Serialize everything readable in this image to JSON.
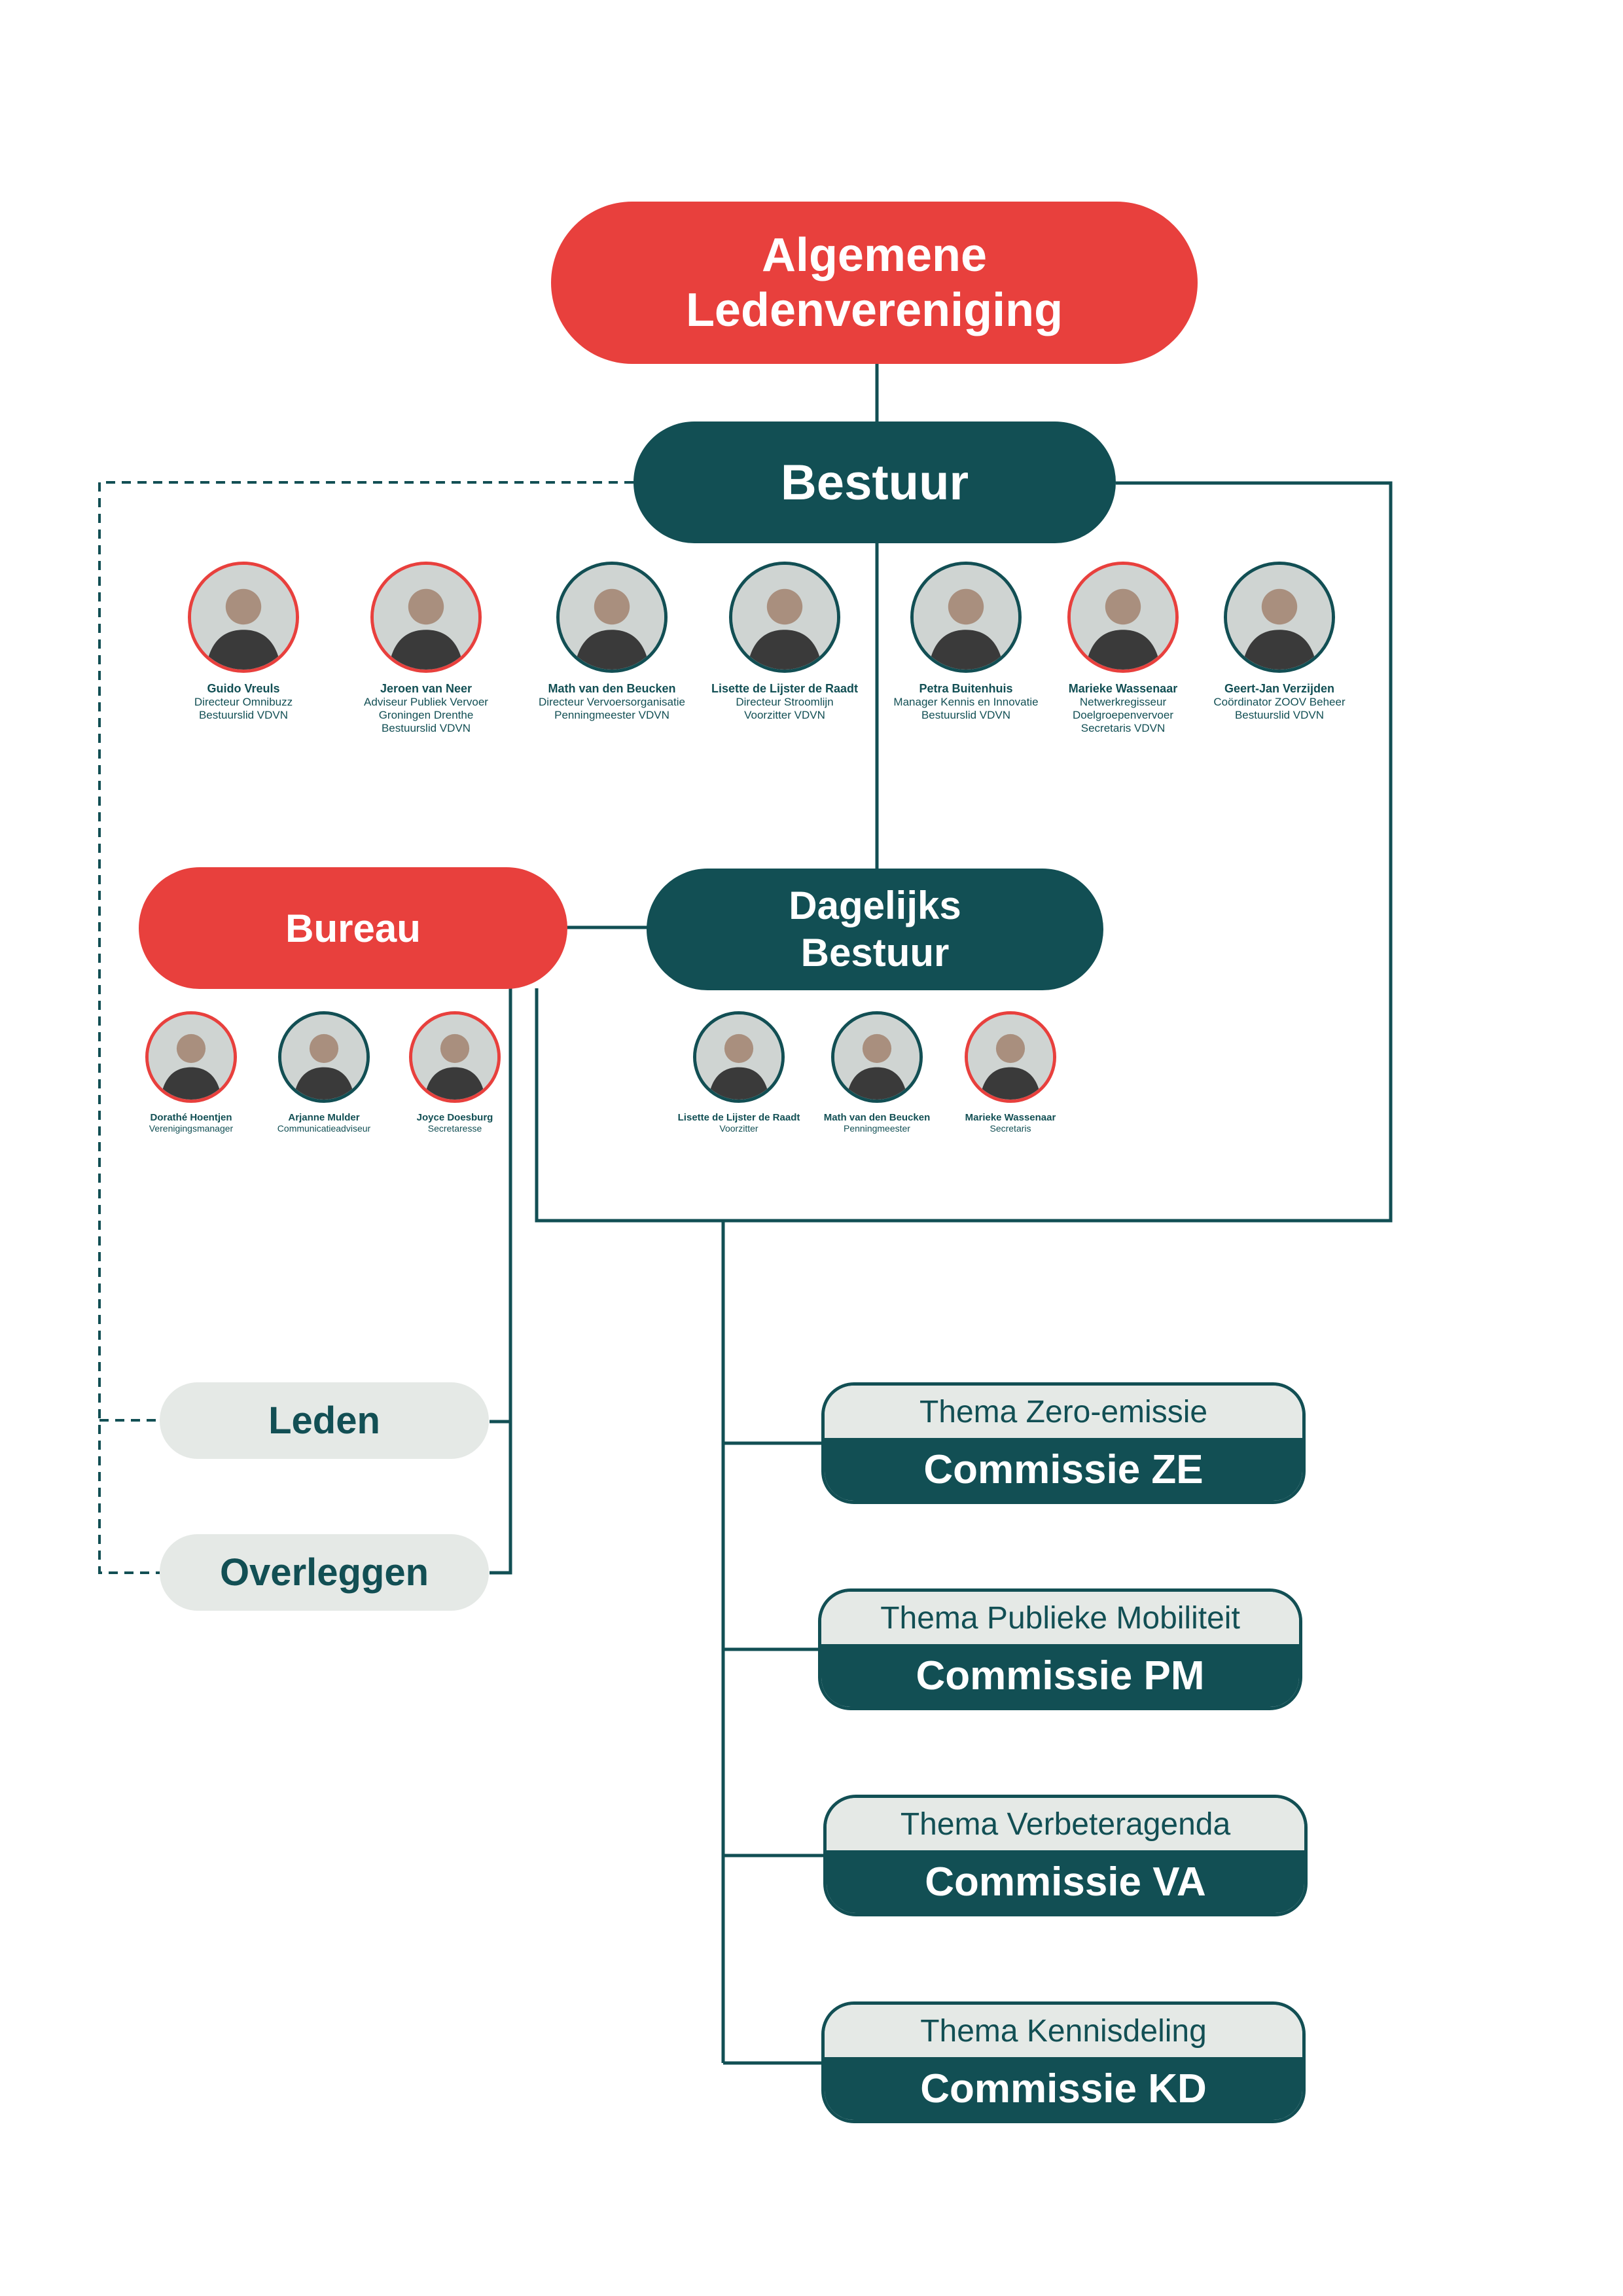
{
  "colors": {
    "red": "#e8403d",
    "teal": "#124f54",
    "gray": "#e5e9e6"
  },
  "algemene": {
    "line1": "Algemene",
    "line2": "Ledenvereniging"
  },
  "bestuur": {
    "label": "Bestuur"
  },
  "bureau": {
    "label": "Bureau"
  },
  "dagelijks": {
    "line1": "Dagelijks",
    "line2": "Bestuur"
  },
  "leden": {
    "label": "Leden"
  },
  "overleggen": {
    "label": "Overleggen"
  },
  "bestuur_members": [
    {
      "name": "Guido Vreuls",
      "lines": [
        "Directeur Omnibuzz",
        "Bestuurslid VDVN",
        ""
      ],
      "ring": "red"
    },
    {
      "name": "Jeroen van Neer",
      "lines": [
        "Adviseur Publiek Vervoer",
        "Groningen Drenthe",
        "Bestuurslid VDVN"
      ],
      "ring": "red"
    },
    {
      "name": "Math van den Beucken",
      "lines": [
        "Directeur Vervoersorganisatie",
        "Penningmeester VDVN",
        ""
      ],
      "ring": "teal"
    },
    {
      "name": "Lisette de Lijster de Raadt",
      "lines": [
        "Directeur Stroomlijn",
        "Voorzitter VDVN",
        ""
      ],
      "ring": "teal"
    },
    {
      "name": "Petra Buitenhuis",
      "lines": [
        "Manager Kennis en Innovatie",
        "Bestuurslid VDVN",
        ""
      ],
      "ring": "teal"
    },
    {
      "name": "Marieke Wassenaar",
      "lines": [
        "Netwerkregisseur",
        "Doelgroepenvervoer",
        "Secretaris VDVN"
      ],
      "ring": "red"
    },
    {
      "name": "Geert-Jan Verzijden",
      "lines": [
        "Coördinator ZOOV Beheer",
        "Bestuurslid VDVN",
        ""
      ],
      "ring": "teal"
    }
  ],
  "bureau_members": [
    {
      "name": "Dorathé Hoentjen",
      "role": "Verenigingsmanager",
      "ring": "red"
    },
    {
      "name": "Arjanne Mulder",
      "role": "Communicatieadviseur",
      "ring": "teal"
    },
    {
      "name": "Joyce Doesburg",
      "role": "Secretaresse",
      "ring": "red"
    }
  ],
  "db_members": [
    {
      "name": "Lisette de Lijster de Raadt",
      "role": "Voorzitter",
      "ring": "teal"
    },
    {
      "name": "Math van den Beucken",
      "role": "Penningmeester",
      "ring": "teal"
    },
    {
      "name": "Marieke Wassenaar",
      "role": "Secretaris",
      "ring": "red"
    }
  ],
  "commissions": [
    {
      "theme": "Thema Zero-emissie",
      "name": "Commissie ZE"
    },
    {
      "theme": "Thema Publieke Mobiliteit",
      "name": "Commissie PM"
    },
    {
      "theme": "Thema Verbeteragenda",
      "name": "Commissie VA"
    },
    {
      "theme": "Thema Kennisdeling",
      "name": "Commissie KD"
    }
  ]
}
